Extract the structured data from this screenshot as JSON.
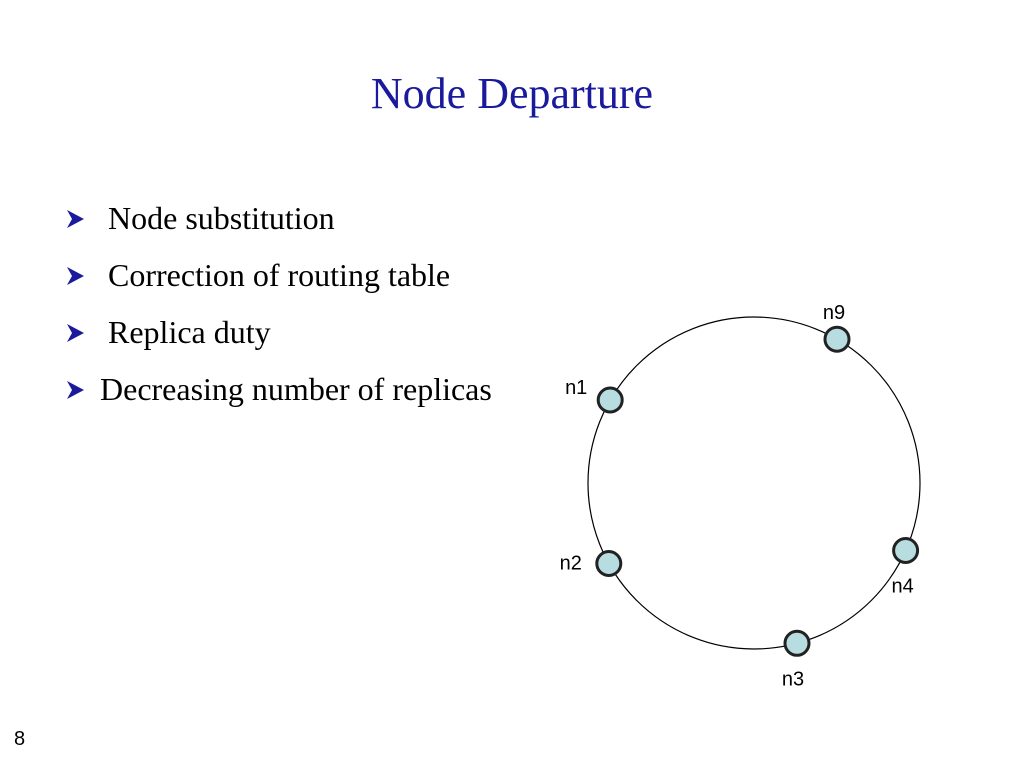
{
  "slide": {
    "title": "Node Departure",
    "bullets": [
      "Node substitution",
      "Correction of routing table",
      "Replica duty",
      "Decreasing number of replicas"
    ],
    "slide_number": "8"
  },
  "colors": {
    "title": "#1a1a9c",
    "bullet_arrow": "#1a1a9c",
    "node_fill": "#b7dde0",
    "node_stroke": "#222222",
    "ring": "#000000"
  },
  "icons": {
    "bullet": "arrowhead-bullet-icon"
  },
  "diagram": {
    "ring": {
      "nodes": [
        {
          "id": "n1",
          "label": "n1",
          "angle_deg": 300
        },
        {
          "id": "n9",
          "label": "n9",
          "angle_deg": 30
        },
        {
          "id": "n2",
          "label": "n2",
          "angle_deg": 241
        },
        {
          "id": "n4",
          "label": "n4",
          "angle_deg": 114
        },
        {
          "id": "n3",
          "label": "n3",
          "angle_deg": 165
        }
      ]
    }
  }
}
